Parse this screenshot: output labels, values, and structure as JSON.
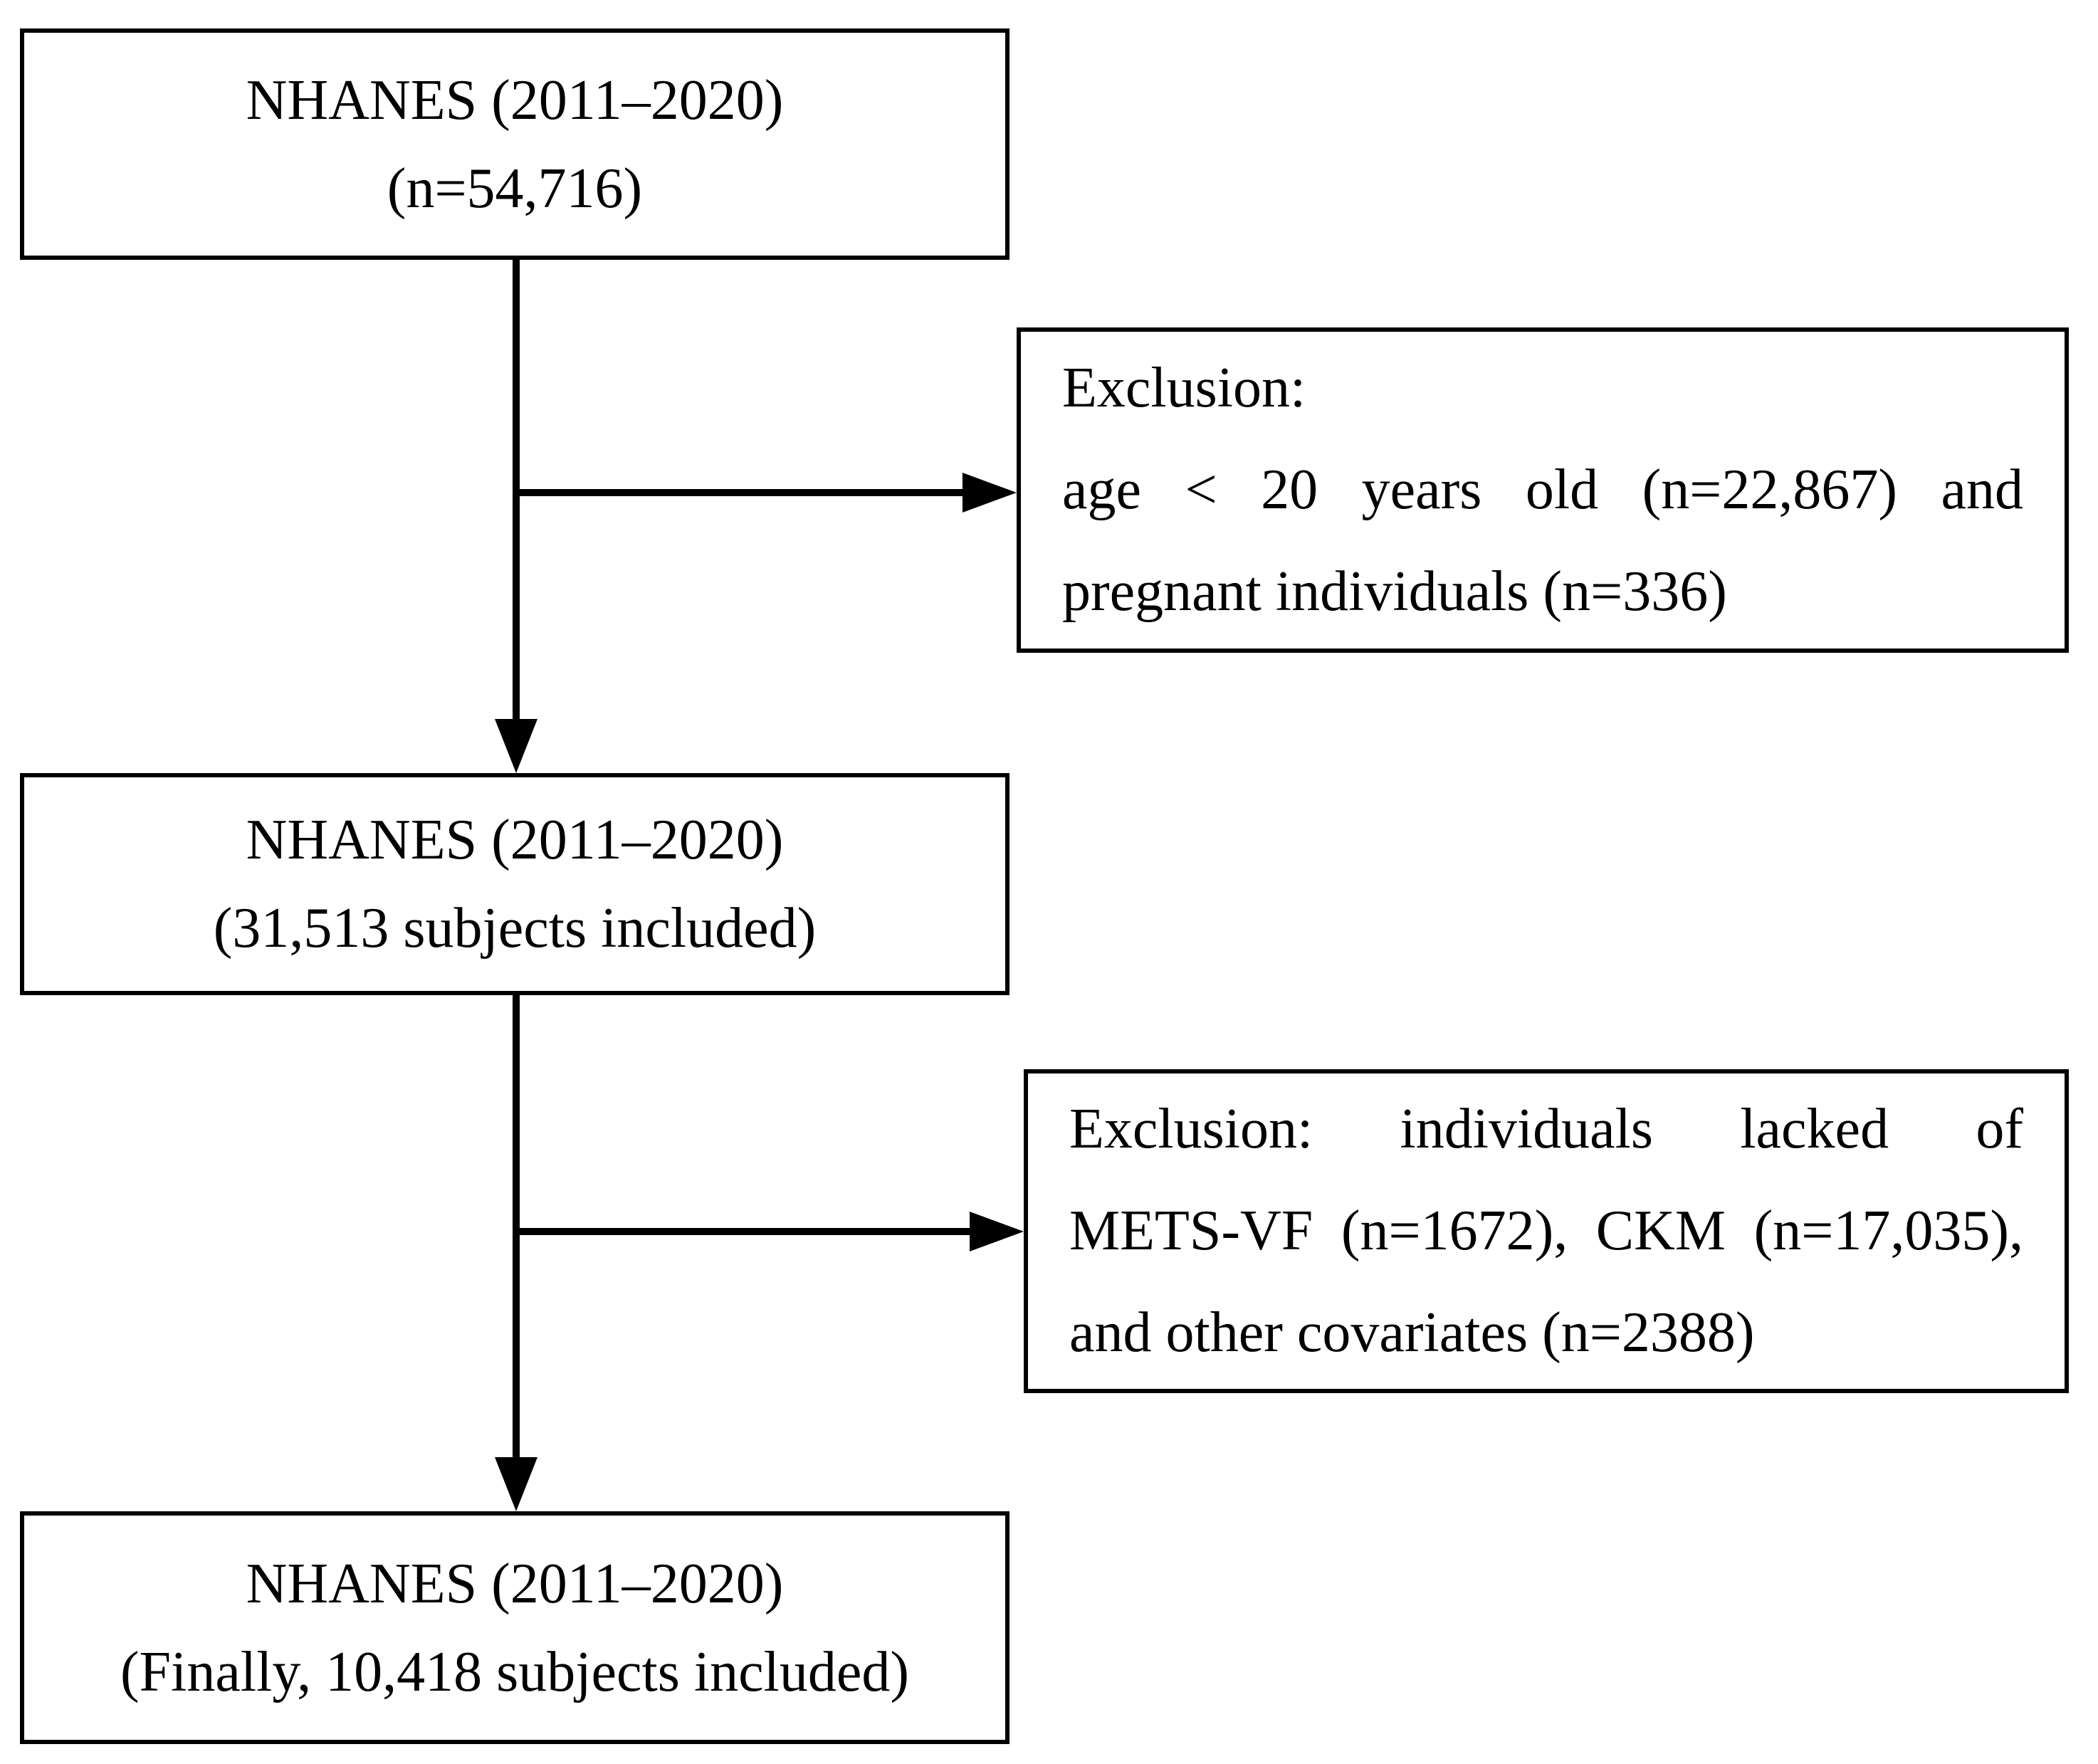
{
  "diagram": {
    "background_color": "#ffffff",
    "line_color": "#000000",
    "boxes": {
      "initial": {
        "lines": [
          "NHANES (2011–2020)",
          "(n=54,716)"
        ]
      },
      "exclusion1": {
        "lines": [
          "Exclusion:",
          "age < 20 years old (n=22,867) and",
          "pregnant individuals (n=336)"
        ]
      },
      "included": {
        "lines": [
          "NHANES (2011–2020)",
          "(31,513 subjects included)"
        ]
      },
      "exclusion2": {
        "lines": [
          "Exclusion: individuals lacked of",
          "METS-VF (n=1672), CKM (n=17,035),",
          "and other covariates (n=2388)"
        ]
      },
      "final": {
        "lines": [
          "NHANES (2011–2020)",
          "(Finally, 10,418 subjects included)"
        ]
      }
    },
    "connectors": [
      {
        "name": "arrow-initial-to-included",
        "direction": "down"
      },
      {
        "name": "arrow-branch-to-exclusion-1",
        "direction": "right"
      },
      {
        "name": "arrow-included-to-final",
        "direction": "down"
      },
      {
        "name": "arrow-branch-to-exclusion-2",
        "direction": "right"
      }
    ]
  }
}
